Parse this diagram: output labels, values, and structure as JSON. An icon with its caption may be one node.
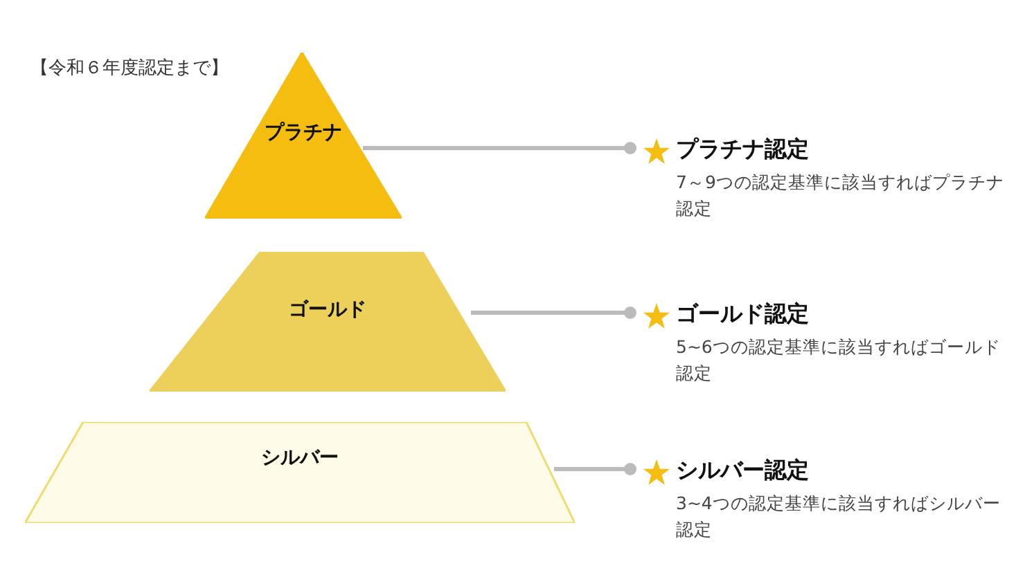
{
  "diagram": {
    "nodes": [
      {
        "text": [
          "プラチナ"
        ]
      },
      {
        "text": [
          "ゴールド"
        ]
      },
      {
        "text": [
          "シルバー"
        ]
      },
      {
        "text": [
          "プラチナ認定",
          "7～9つの認定基準に該当すればプラチナ認定"
        ]
      },
      {
        "text": [
          "ゴールド認定",
          "5~6つの認定基準に該当すればゴールド認定"
        ]
      },
      {
        "text": [
          "シルバー認定",
          "3~4つの認定基準に該当すればシルバー認定"
        ]
      }
    ],
    "edges": [
      {
        "from": 0,
        "to": 3,
        "arrow": "other"
      },
      {
        "from": 1,
        "to": 4,
        "arrow": "other"
      },
      {
        "from": 2,
        "to": 5,
        "arrow": "other"
      }
    ],
    "labels": [
      "【令和６年度認定まで】"
    ]
  }
}
